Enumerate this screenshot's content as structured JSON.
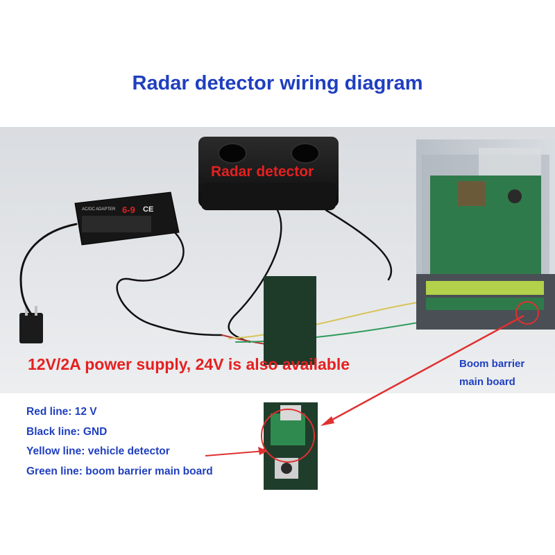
{
  "title": "Radar detector wiring diagram",
  "labels": {
    "radar_detector": "Radar detector",
    "power_supply": "12V/2A power supply, 24V is also available",
    "boom_barrier_line1": "Boom barrier",
    "boom_barrier_line2": "main board"
  },
  "adapter": {
    "brand_text": "AC/DC ADAPTER",
    "badge": "6-9",
    "ce_mark": "CE"
  },
  "wire_legend": [
    {
      "text": "Red line: 12 V"
    },
    {
      "text": "Black line: GND"
    },
    {
      "text": "Yellow line: vehicle detector"
    },
    {
      "text": "Green line: boom barrier main board"
    }
  ],
  "colors": {
    "title_blue": "#1f3fbf",
    "label_red": "#e52020",
    "arrow_red": "#e03030"
  }
}
